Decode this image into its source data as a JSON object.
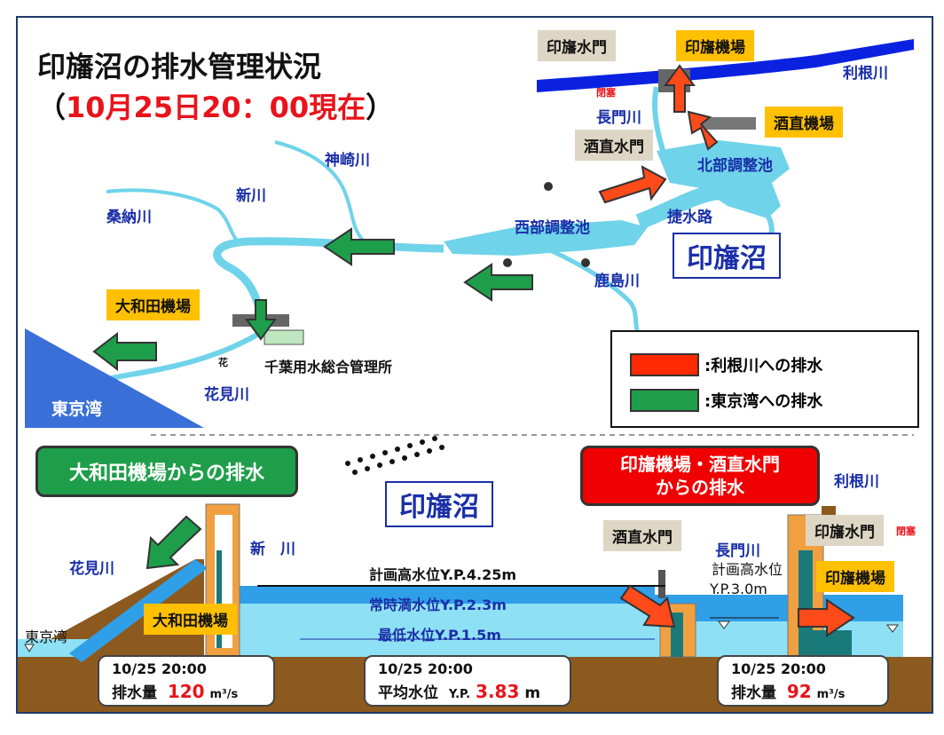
{
  "title": "印旛沼の排水管理状況",
  "subtitle_open": "（",
  "subtitle_date": "10月25日20：00現在",
  "subtitle_close": "）",
  "map": {
    "rivers": {
      "tone": "利根川",
      "nagato": "長門川",
      "kanzaki": "神崎川",
      "shinkawa": "新川",
      "kuwanou": "桑納川",
      "hanami": "花見川",
      "kashima": "鹿島川",
      "shosuiro": "捷水路"
    },
    "ponds": {
      "hokubu": "北部調整池",
      "seibu": "西部調整池"
    },
    "lake": "印旛沼",
    "bay": "東京湾",
    "facilities": {
      "inba_suimon": "印旛水門",
      "inba_kijo": "印旛機場",
      "sakanao_kijo": "酒直機場",
      "sakanao_suimon": "酒直水門",
      "owada_kijo": "大和田機場",
      "chiba_office": "千葉用水総合管理所"
    },
    "closed": "閉塞",
    "hana": "花"
  },
  "legend": {
    "red_label": ":利根川への排水",
    "green_label": ":東京湾への排水",
    "red_color": "#ff2a00",
    "green_color": "#1e9e4a"
  },
  "section": {
    "left_title": "大和田機場からの排水",
    "right_title_1": "印旛機場・酒直水門",
    "right_title_2": "からの排水",
    "lake": "印旛沼",
    "shinkawa": "新　川",
    "hanami": "花見川",
    "bay": "東京湾",
    "owada": "大和田機場",
    "sakanao_suimon": "酒直水門",
    "nagato": "長門川",
    "tone": "利根川",
    "inba_suimon": "印旛水門",
    "inba_kijo": "印旛機場",
    "closed": "閉塞",
    "levels": {
      "plan_high": "計画高水位Y.P.4.25m",
      "normal_full": "常時満水位Y.P.2.3m",
      "lowest": "最低水位Y.P.1.5m",
      "nagato_plan_1": "計画高水位",
      "nagato_plan_2": "Y.P.3.0m"
    }
  },
  "info": [
    {
      "time": "10/25 20:00",
      "label": "排水量",
      "value": "120",
      "unit": "m³/s"
    },
    {
      "time": "10/25 20:00",
      "label": "平均水位",
      "prefix": "Y.P.",
      "value": "3.83",
      "unit": "m"
    },
    {
      "time": "10/25 20:00",
      "label": "排水量",
      "value": "92",
      "unit": "m³/s"
    }
  ]
}
